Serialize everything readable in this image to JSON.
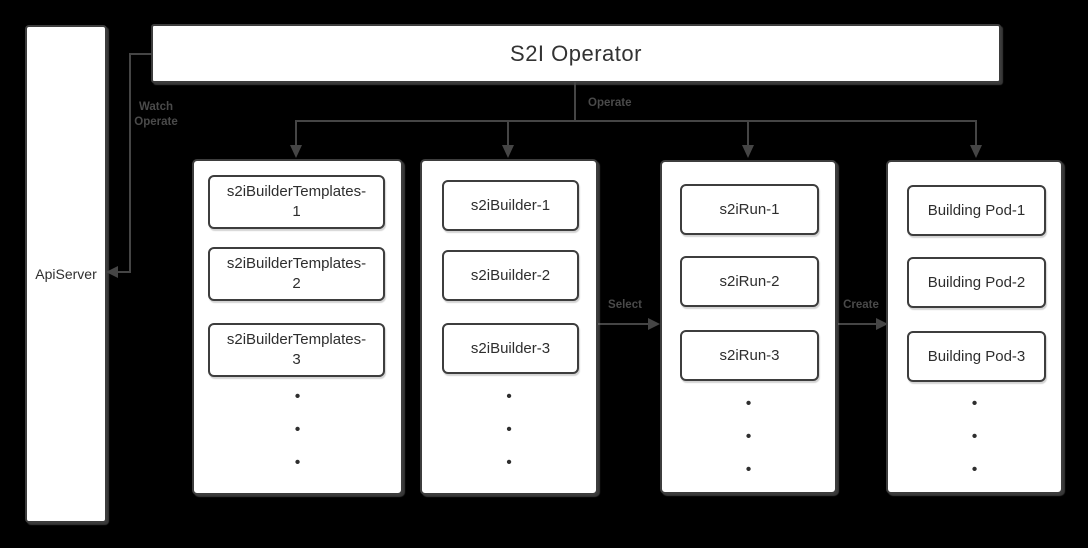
{
  "colors": {
    "background": "#000000",
    "node_fill": "#ffffff",
    "node_border": "#3d3d3d",
    "node_text": "#2e2e2e",
    "edge": "#454545",
    "edge_label": "#4a4a4a"
  },
  "operator": {
    "title": "S2I Operator"
  },
  "api_server": {
    "label": "ApiServer"
  },
  "edges": {
    "watch_operate": {
      "label": "Watch\nOperate"
    },
    "operate": {
      "label": "Operate"
    },
    "select": {
      "label": "Select"
    },
    "create": {
      "label": "Create"
    }
  },
  "columns": [
    {
      "items": [
        "s2iBuilderTemplates-\n1",
        "s2iBuilderTemplates-\n2",
        "s2iBuilderTemplates-\n3"
      ],
      "dots": [
        "•",
        "•",
        "•"
      ]
    },
    {
      "items": [
        "s2iBuilder-1",
        "s2iBuilder-2",
        "s2iBuilder-3"
      ],
      "dots": [
        "•",
        "•",
        "•"
      ]
    },
    {
      "items": [
        "s2iRun-1",
        "s2iRun-2",
        "s2iRun-3"
      ],
      "dots": [
        "•",
        "•",
        "•"
      ]
    },
    {
      "items": [
        "Building Pod-1",
        "Building Pod-2",
        "Building Pod-3"
      ],
      "dots": [
        "•",
        "•",
        "•"
      ]
    }
  ]
}
